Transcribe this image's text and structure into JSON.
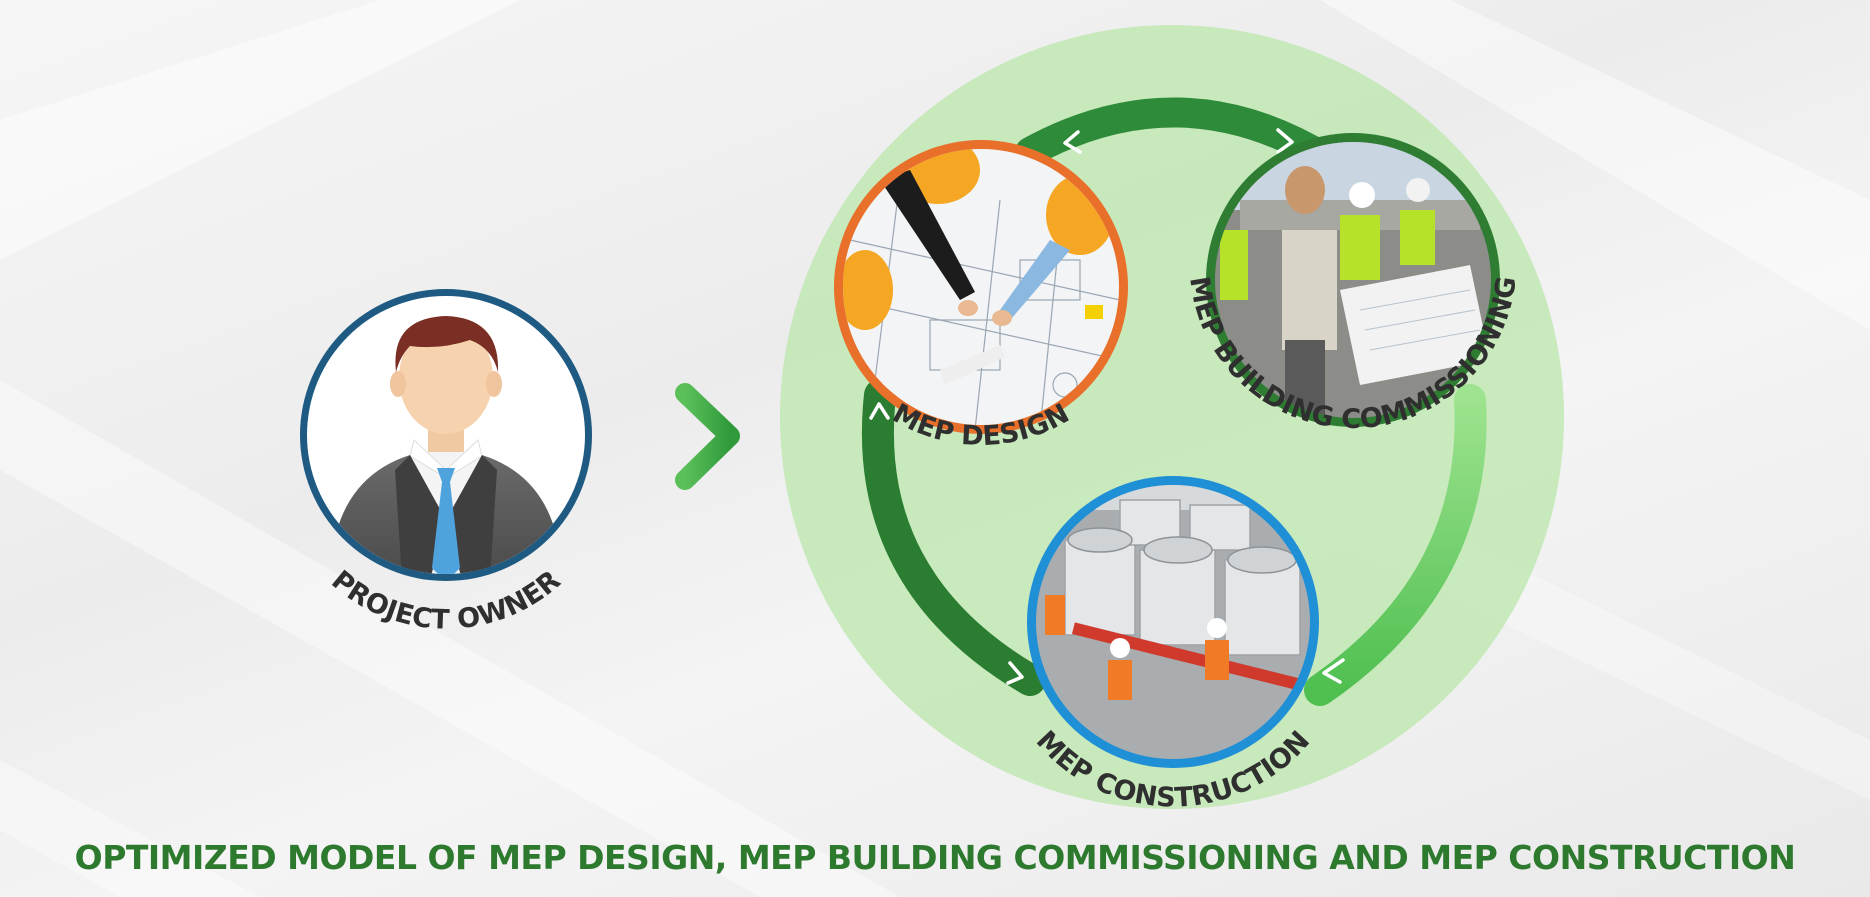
{
  "labels": {
    "project_owner": "PROJECT OWNER",
    "mep_design": "MEP DESIGN",
    "mep_commissioning": "MEP BUILDING COMMISSIONING",
    "mep_construction": "MEP CONSTRUCTION"
  },
  "footer_title": "OPTIMIZED MODEL OF MEP DESIGN, MEP BUILDING COMMISSIONING AND MEP CONSTRUCTION",
  "colors": {
    "owner_ring": "#1e5a82",
    "design_ring": "#e8702a",
    "commissioning_ring": "#2e7d32",
    "construction_ring": "#1f8fd6",
    "big_circle": "#bfe8b3",
    "cycle_arrow": "#2e8b3a",
    "title_green": "#2d7a2f"
  },
  "icons": {
    "owner_avatar": "businessman-avatar-icon",
    "flow_arrow": "right-arrow-icon"
  }
}
